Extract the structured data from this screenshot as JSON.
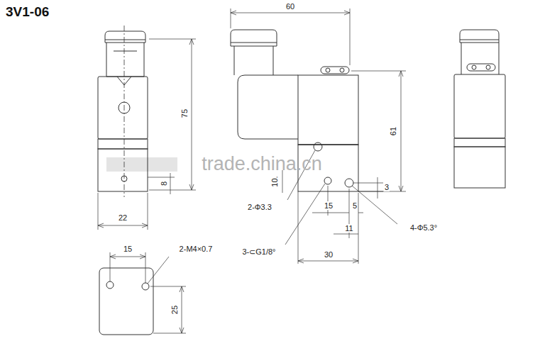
{
  "diagram": {
    "title": "3V1-06",
    "labels": [
      "75",
      "8",
      "22",
      "60",
      "61",
      "10.",
      "3",
      "2-Φ3.3",
      "15",
      "5",
      "11",
      "4-Φ5.3°",
      "3-⊂G1/8°",
      "30",
      "15",
      "2-M4×0.7",
      "25",
      "trade.china.cn"
    ]
  }
}
